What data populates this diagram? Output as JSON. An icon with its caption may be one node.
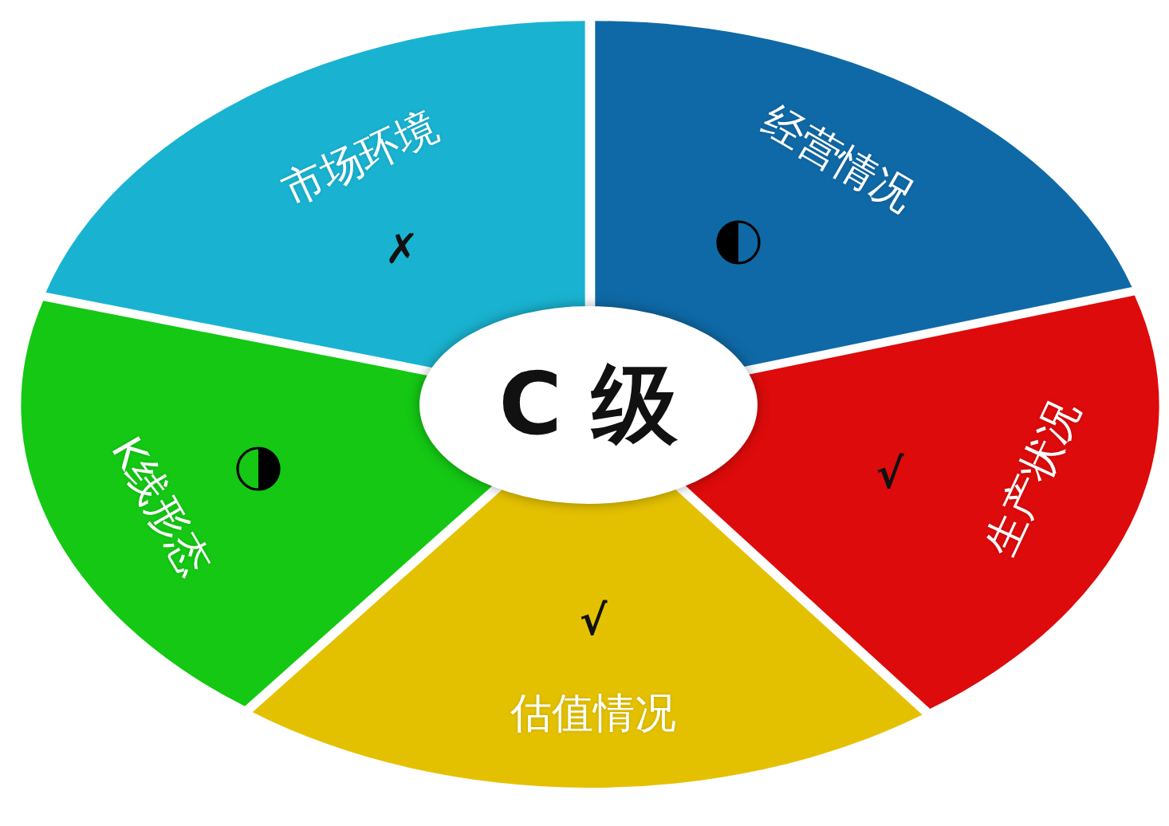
{
  "diagram": {
    "nodes": [
      {
        "text": [
          "C 级"
        ]
      },
      {
        "text": [
          "市场环境",
          "✗"
        ]
      },
      {
        "text": [
          "经营情况"
        ]
      },
      {
        "text": [
          "生产状况",
          "√"
        ]
      },
      {
        "text": [
          "√",
          "估值情况"
        ]
      },
      {
        "text": [
          "K线形态"
        ]
      }
    ]
  }
}
